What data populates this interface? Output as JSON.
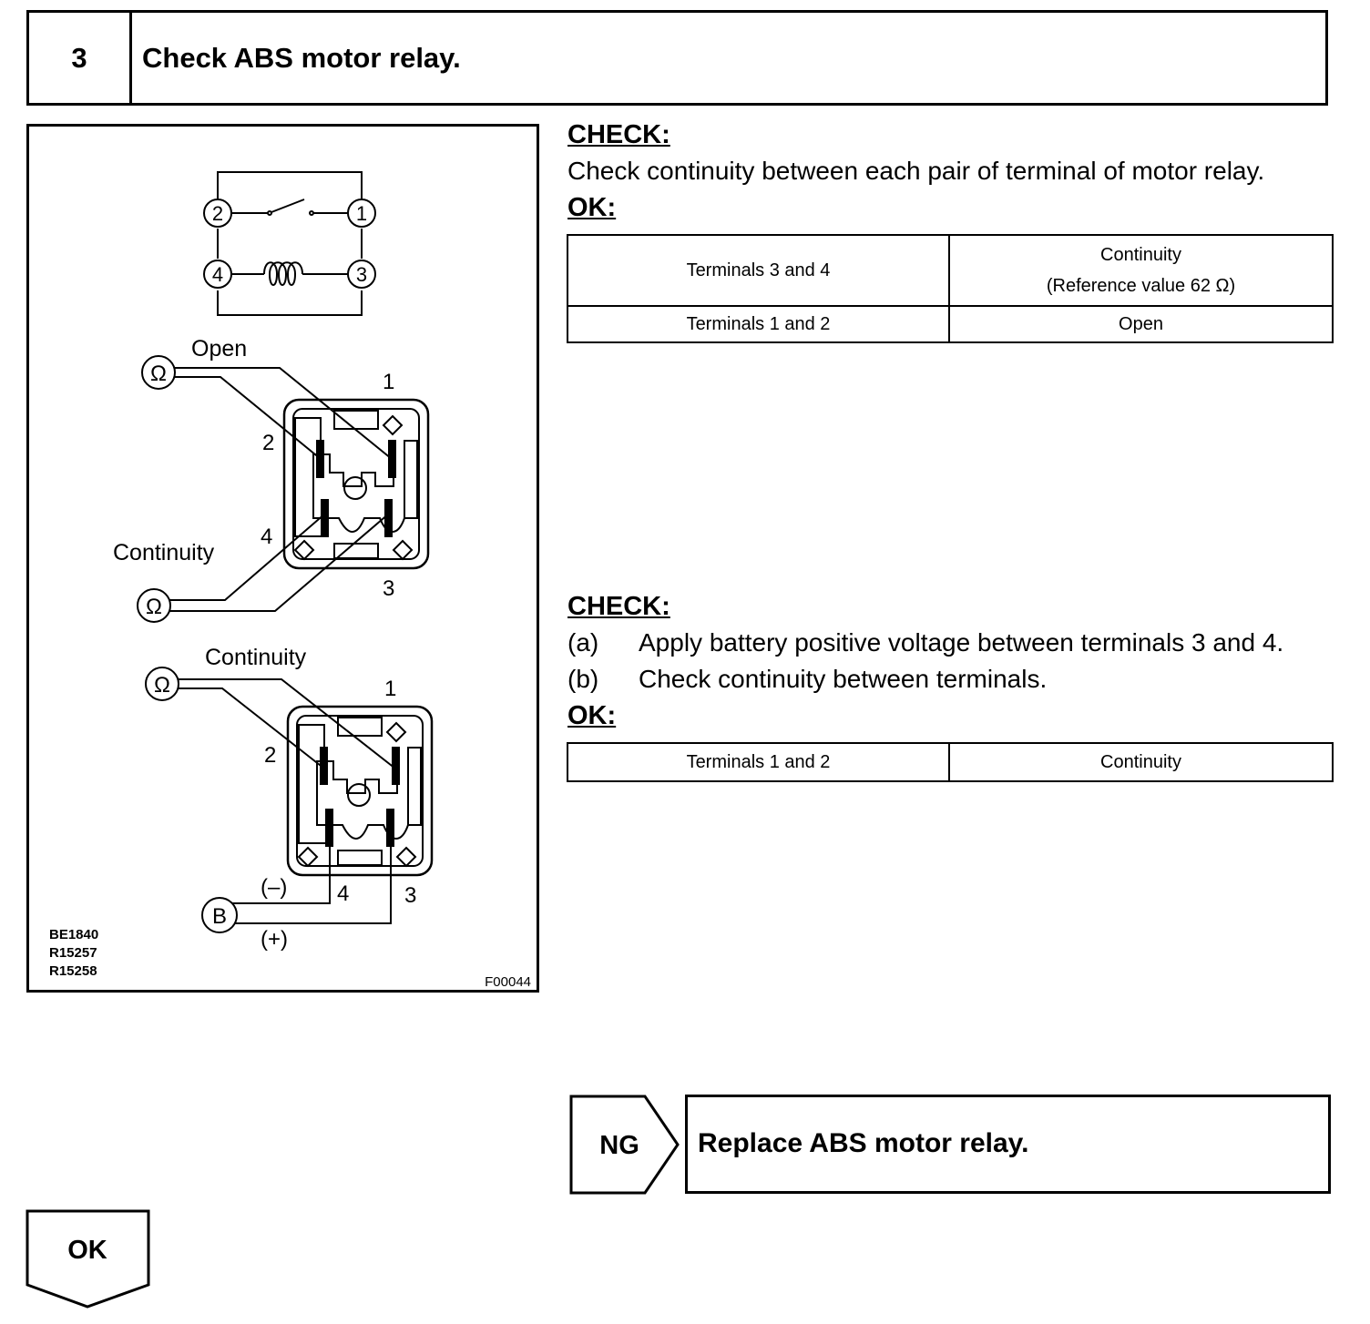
{
  "header": {
    "step_number": "3",
    "title": "Check ABS motor relay."
  },
  "figure": {
    "terminals": [
      "1",
      "2",
      "3",
      "4"
    ],
    "open_label": "Open",
    "continuity_label_1": "Continuity",
    "continuity_label_2": "Continuity",
    "ohm_symbol": "Ω",
    "battery_symbol": "B",
    "negative_label": "(–)",
    "positive_label": "(+)",
    "ref_codes": [
      "BE1840",
      "R15257",
      "R15258"
    ],
    "fig_code": "F00044"
  },
  "check1": {
    "heading": "CHECK:",
    "text": "Check continuity between each pair of terminal of motor relay.",
    "ok_heading": "OK:",
    "table": [
      {
        "terminals": "Terminals 3 and 4",
        "result_line1": "Continuity",
        "result_line2": "(Reference value 62 Ω)"
      },
      {
        "terminals": "Terminals 1 and 2",
        "result_line1": "Open"
      }
    ]
  },
  "check2": {
    "heading": "CHECK:",
    "steps": [
      {
        "label": "(a)",
        "text": "Apply battery positive voltage between terminals 3 and 4."
      },
      {
        "label": "(b)",
        "text": "Check continuity between terminals."
      }
    ],
    "ok_heading": "OK:",
    "table": [
      {
        "terminals": "Terminals 1 and 2",
        "result": "Continuity"
      }
    ]
  },
  "ng": {
    "label": "NG",
    "action": "Replace ABS motor relay."
  },
  "ok": {
    "label": "OK"
  }
}
